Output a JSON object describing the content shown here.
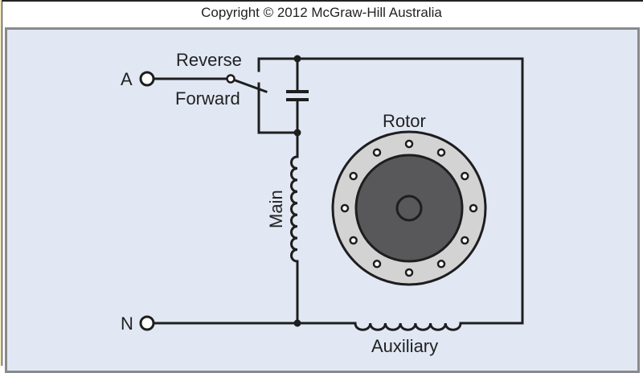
{
  "header": {
    "copyright": "Copyright © 2012 McGraw-Hill Australia"
  },
  "diagram": {
    "title": "Reversing split-phase / capacitor motor circuit",
    "terminals": [
      {
        "id": "A",
        "label": "A"
      },
      {
        "id": "N",
        "label": "N"
      }
    ],
    "switch": {
      "reverse_label": "Reverse",
      "forward_label": "Forward"
    },
    "windings": {
      "main_label": "Main",
      "auxiliary_label": "Auxiliary"
    },
    "rotor": {
      "label": "Rotor",
      "hole_count": 12
    },
    "colors": {
      "background": "#e1e8f4",
      "wire": "#1e1e1e",
      "rotor_ring": "#d3d3d3",
      "rotor_core": "#58585a"
    }
  }
}
